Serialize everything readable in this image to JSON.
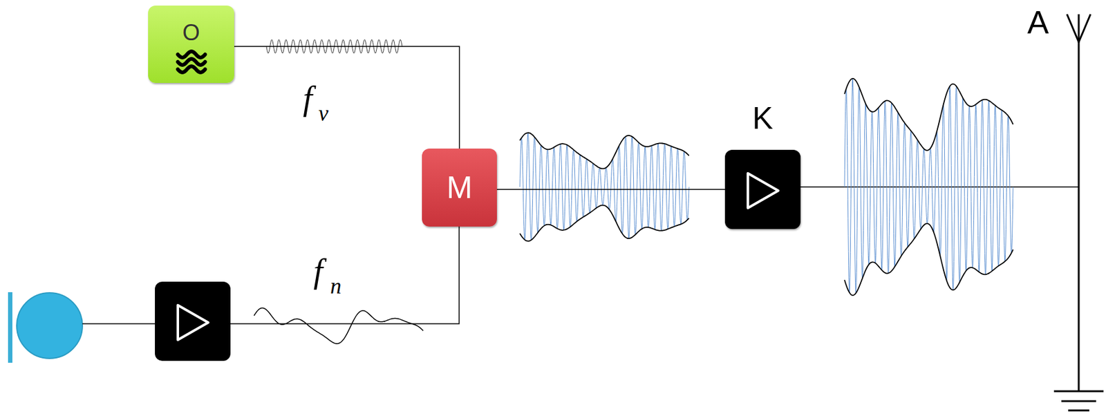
{
  "diagram": {
    "nodes": [
      {
        "text": [
          "O"
        ]
      },
      {
        "text": [
          "M"
        ]
      },
      {
        "text": [
          "K"
        ]
      }
    ],
    "edges": [
      {
        "from": 0,
        "to": 1,
        "arrow": "none"
      },
      {
        "from": 1,
        "to": 2,
        "arrow": "none"
      }
    ],
    "labels": [
      "f",
      "v",
      "f",
      "n",
      "A"
    ]
  }
}
